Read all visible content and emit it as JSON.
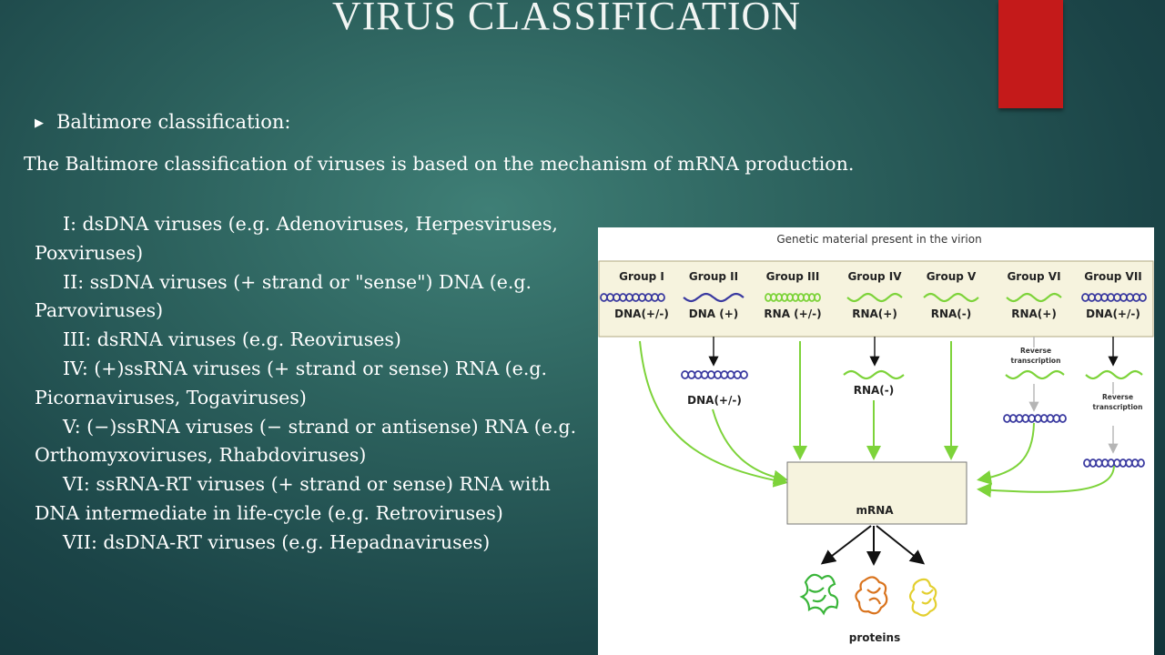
{
  "title": "VIRUS CLASSIFICATION",
  "bullet": "Baltimore classification:",
  "intro": "The Baltimore classification of viruses is based on the mechanism of mRNA production.",
  "groups": [
    "I: dsDNA viruses (e.g. Adenoviruses, Herpesviruses, Poxviruses)",
    "II: ssDNA viruses (+ strand or \"sense\") DNA (e.g. Parvoviruses)",
    "III: dsRNA viruses (e.g. Reoviruses)",
    "IV: (+)ssRNA viruses (+ strand or sense) RNA (e.g. Picornaviruses, Togaviruses)",
    "V: (−)ssRNA viruses (− strand or antisense) RNA (e.g. Orthomyxoviruses, Rhabdoviruses)",
    "VI: ssRNA-RT viruses (+ strand or sense) RNA with DNA intermediate in life-cycle (e.g. Retroviruses)",
    "VII: dsDNA-RT viruses (e.g. Hepadnaviruses)"
  ],
  "figure": {
    "header": "Genetic material present in the virion",
    "columns": [
      {
        "group": "Group I",
        "material": "DNA(+/-)"
      },
      {
        "group": "Group II",
        "material": "DNA (+)"
      },
      {
        "group": "Group III",
        "material": "RNA (+/-)"
      },
      {
        "group": "Group IV",
        "material": "RNA(+)"
      },
      {
        "group": "Group V",
        "material": "RNA(-)"
      },
      {
        "group": "Group VI",
        "material": "RNA(+)"
      },
      {
        "group": "Group VII",
        "material": "DNA(+/-)"
      }
    ],
    "intermediate_dna": "DNA(+/-)",
    "intermediate_rna": "RNA(-)",
    "reverse_transcription_1": [
      "Reverse",
      "transcription"
    ],
    "reverse_transcription_2": [
      "Reverse",
      "transcription"
    ],
    "mrna": "mRNA",
    "proteins": "proteins"
  },
  "colors": {
    "dna_blue": "#3a3aa0",
    "rna_green": "#7dd33a",
    "arrow_green": "#7dd33a",
    "box_fill": "#f6f3de",
    "accent_red": "#c41a1a"
  }
}
